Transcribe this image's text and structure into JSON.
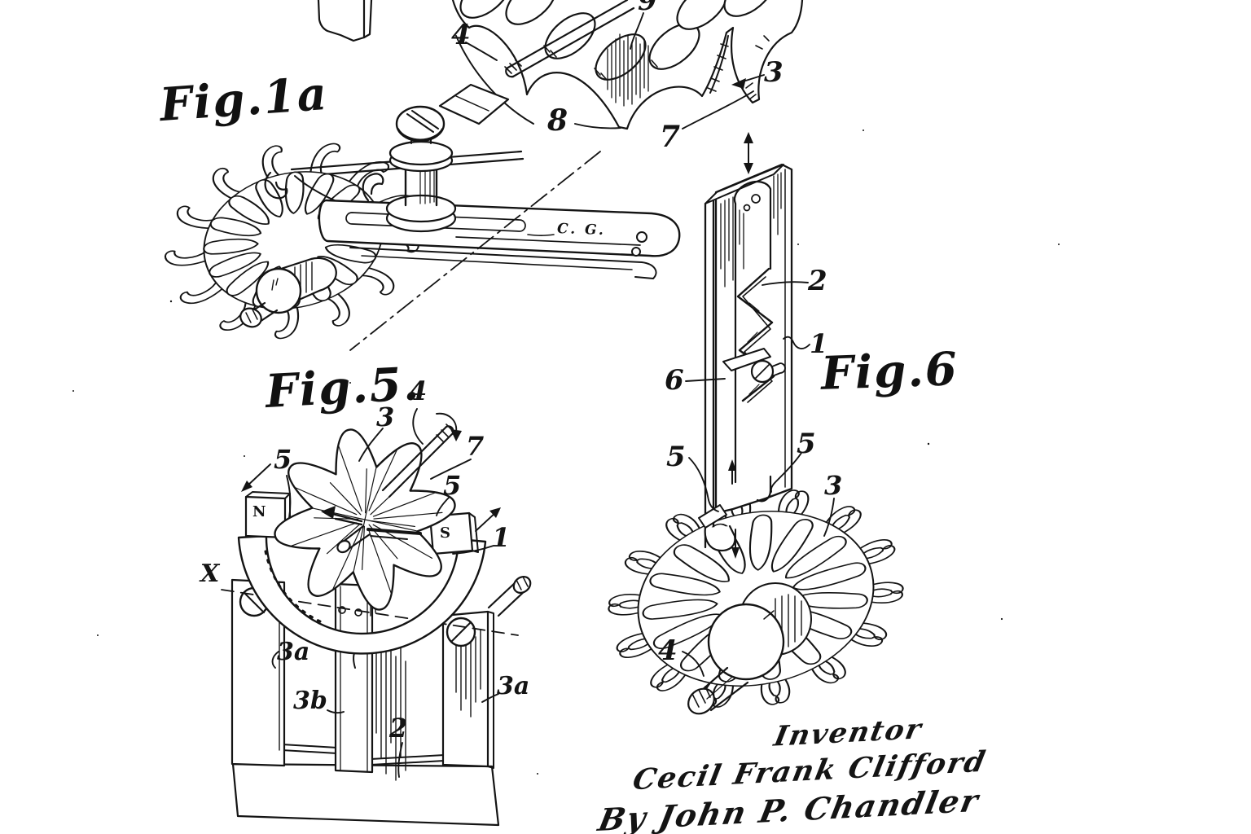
{
  "page": {
    "background": "#ffffff",
    "ink": "#141414"
  },
  "figures": {
    "top_partial": {
      "description": "partial perforated governor disc with shaft",
      "labels": {
        "l4": "4",
        "l9": "9",
        "l3": "3",
        "l8": "8",
        "l7": "7"
      }
    },
    "fig1a": {
      "title": "Fig.1a",
      "labels": {
        "cg": "C. G."
      }
    },
    "fig5": {
      "title": "Fig.5.",
      "labels": {
        "l5_left": "5",
        "l3": "3",
        "l4": "4",
        "l7": "7",
        "l5_right": "5",
        "l1": "1",
        "lx": "X",
        "ln": "N",
        "ls": "S",
        "l3a_left": "3a",
        "l3b": "3b",
        "l2": "2",
        "l3a_right": "3a"
      }
    },
    "fig6": {
      "title": "Fig.6",
      "labels": {
        "l2": "2",
        "l1": "1",
        "l6": "6",
        "l5_left": "5",
        "l5_right": "5",
        "l3": "3",
        "l4": "4"
      }
    }
  },
  "signature": {
    "role": "Inventor",
    "inventor_name": "Cecil Frank Clifford",
    "attorney_line": "By John P. Chandler"
  }
}
